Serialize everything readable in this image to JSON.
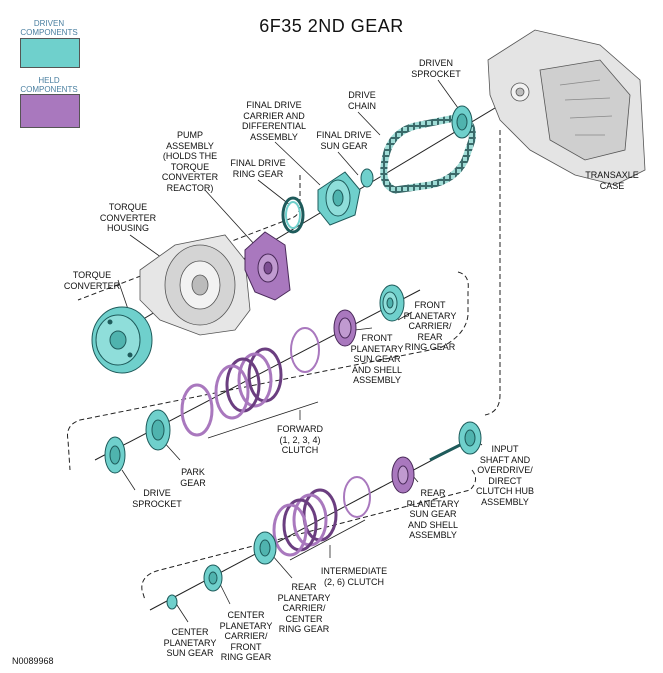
{
  "title": "6F35 2ND GEAR",
  "legend": {
    "driven_label": "DRIVEN\nCOMPONENTS",
    "driven_color": "#6fd0cc",
    "held_label": "HELD\nCOMPONENTS",
    "held_color": "#a978be"
  },
  "labels": {
    "driven_sprocket": "DRIVEN\nSPROCKET",
    "drive_chain": "DRIVE\nCHAIN",
    "final_drive_carrier": "FINAL DRIVE\nCARRIER AND\nDIFFERENTIAL\nASSEMBLY",
    "final_drive_sun": "FINAL DRIVE\nSUN GEAR",
    "final_drive_ring": "FINAL DRIVE\nRING GEAR",
    "pump_assembly": "PUMP\nASSEMBLY\n(HOLDS THE\nTORQUE\nCONVERTER\nREACTOR)",
    "torque_converter_housing": "TORQUE\nCONVERTER\nHOUSING",
    "torque_converter": "TORQUE\nCONVERTER",
    "transaxle_case": "TRANSAXLE\nCASE",
    "front_planetary_carrier": "FRONT\nPLANETARY\nCARRIER/\nREAR\nRING GEAR",
    "front_planetary_sun": "FRONT\nPLANETARY\nSUN GEAR\nAND SHELL\nASSEMBLY",
    "forward_clutch": "FORWARD\n(1, 2, 3, 4)\nCLUTCH",
    "park_gear": "PARK\nGEAR",
    "drive_sprocket": "DRIVE\nSPROCKET",
    "input_shaft": "INPUT\nSHAFT AND\nOVERDRIVE/\nDIRECT\nCLUTCH HUB\nASSEMBLY",
    "rear_planetary_sun": "REAR\nPLANETARY\nSUN GEAR\nAND SHELL\nASSEMBLY",
    "intermediate_clutch": "INTERMEDIATE\n(2, 6) CLUTCH",
    "rear_planetary_carrier": "REAR\nPLANETARY\nCARRIER/\nCENTER\nRING GEAR",
    "center_planetary_carrier": "CENTER\nPLANETARY\nCARRIER/\nFRONT\nRING GEAR",
    "center_planetary_sun": "CENTER\nPLANETARY\nSUN GEAR"
  },
  "figure_code": "N0089968"
}
